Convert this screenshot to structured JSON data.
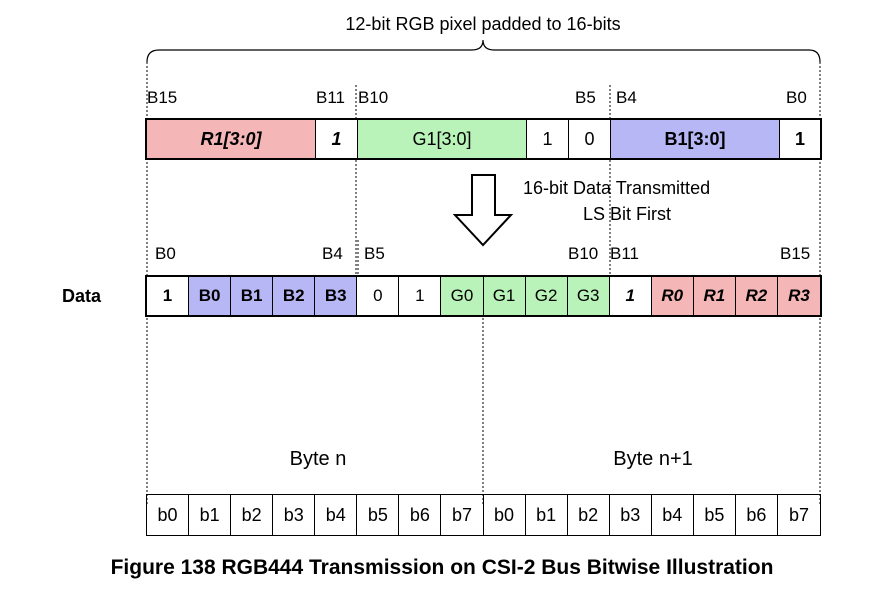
{
  "header": {
    "brace_label": "12-bit RGB pixel padded to 16-bits"
  },
  "top_labels": {
    "b15": "B15",
    "b11": "B11",
    "b10": "B10",
    "b5": "B5",
    "b4": "B4",
    "b0": "B0"
  },
  "top_row": [
    {
      "text": "R1[3:0]",
      "style": "bi",
      "color": "red"
    },
    {
      "text": "1",
      "style": "bi",
      "color": "white"
    },
    {
      "text": "G1[3:0]",
      "style": "n",
      "color": "green"
    },
    {
      "text": "1",
      "style": "n",
      "color": "white"
    },
    {
      "text": "0",
      "style": "n",
      "color": "white"
    },
    {
      "text": "B1[3:0]",
      "style": "b",
      "color": "blue"
    },
    {
      "text": "1",
      "style": "b",
      "color": "white"
    }
  ],
  "arrow_note": {
    "line1": "16-bit Data Transmitted",
    "line2": "LS Bit First"
  },
  "mid_labels": {
    "b0": "B0",
    "b4": "B4",
    "b5": "B5",
    "b10": "B10",
    "b11": "B11",
    "b15": "B15"
  },
  "data_label": "Data",
  "data_row": [
    {
      "text": "1",
      "style": "b",
      "color": "white"
    },
    {
      "text": "B0",
      "style": "b",
      "color": "blue"
    },
    {
      "text": "B1",
      "style": "b",
      "color": "blue"
    },
    {
      "text": "B2",
      "style": "b",
      "color": "blue"
    },
    {
      "text": "B3",
      "style": "b",
      "color": "blue"
    },
    {
      "text": "0",
      "style": "n",
      "color": "white"
    },
    {
      "text": "1",
      "style": "n",
      "color": "white"
    },
    {
      "text": "G0",
      "style": "n",
      "color": "green"
    },
    {
      "text": "G1",
      "style": "n",
      "color": "green"
    },
    {
      "text": "G2",
      "style": "n",
      "color": "green"
    },
    {
      "text": "G3",
      "style": "n",
      "color": "green"
    },
    {
      "text": "1",
      "style": "bi",
      "color": "white"
    },
    {
      "text": "R0",
      "style": "bi",
      "color": "red"
    },
    {
      "text": "R1",
      "style": "bi",
      "color": "red"
    },
    {
      "text": "R2",
      "style": "bi",
      "color": "red"
    },
    {
      "text": "R3",
      "style": "bi",
      "color": "red"
    }
  ],
  "byte_labels": {
    "byte_n": "Byte n",
    "byte_n1": "Byte n+1"
  },
  "bits_row": [
    "b0",
    "b1",
    "b2",
    "b3",
    "b4",
    "b5",
    "b6",
    "b7",
    "b0",
    "b1",
    "b2",
    "b3",
    "b4",
    "b5",
    "b6",
    "b7"
  ],
  "caption": "Figure 138 RGB444 Transmission on CSI-2 Bus Bitwise Illustration",
  "colors": {
    "red": "#f4b6b6",
    "green": "#b9f3b9",
    "blue": "#b7b7f5",
    "white": "#ffffff"
  }
}
